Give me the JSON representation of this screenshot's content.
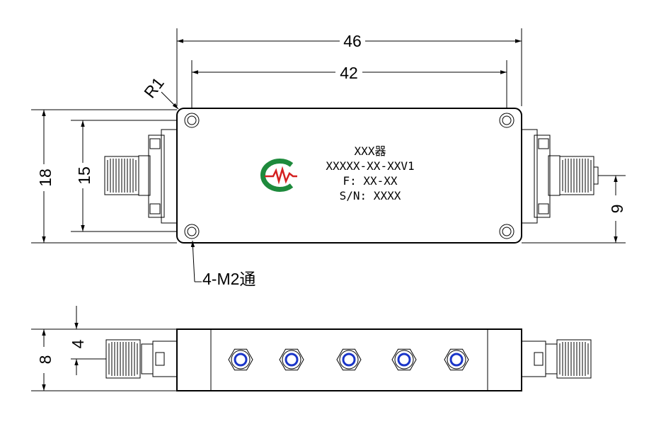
{
  "dimensions": {
    "overall_length": "46",
    "hole_spacing_length": "42",
    "overall_width": "18",
    "hole_spacing_width": "15",
    "connector_offset": "9",
    "corner_radius": "R1",
    "mounting_holes": "4-M2通",
    "height": "8",
    "connector_height": "4"
  },
  "label": {
    "line1": "XXX器",
    "line2": "XXXXX-XX-XXV1",
    "line3": "F: XX-XX",
    "line4": "S/N: XXXX"
  },
  "colors": {
    "logo_green": "#1e8a3c",
    "logo_red": "#d42020",
    "screw_blue": "#1a35c8"
  }
}
